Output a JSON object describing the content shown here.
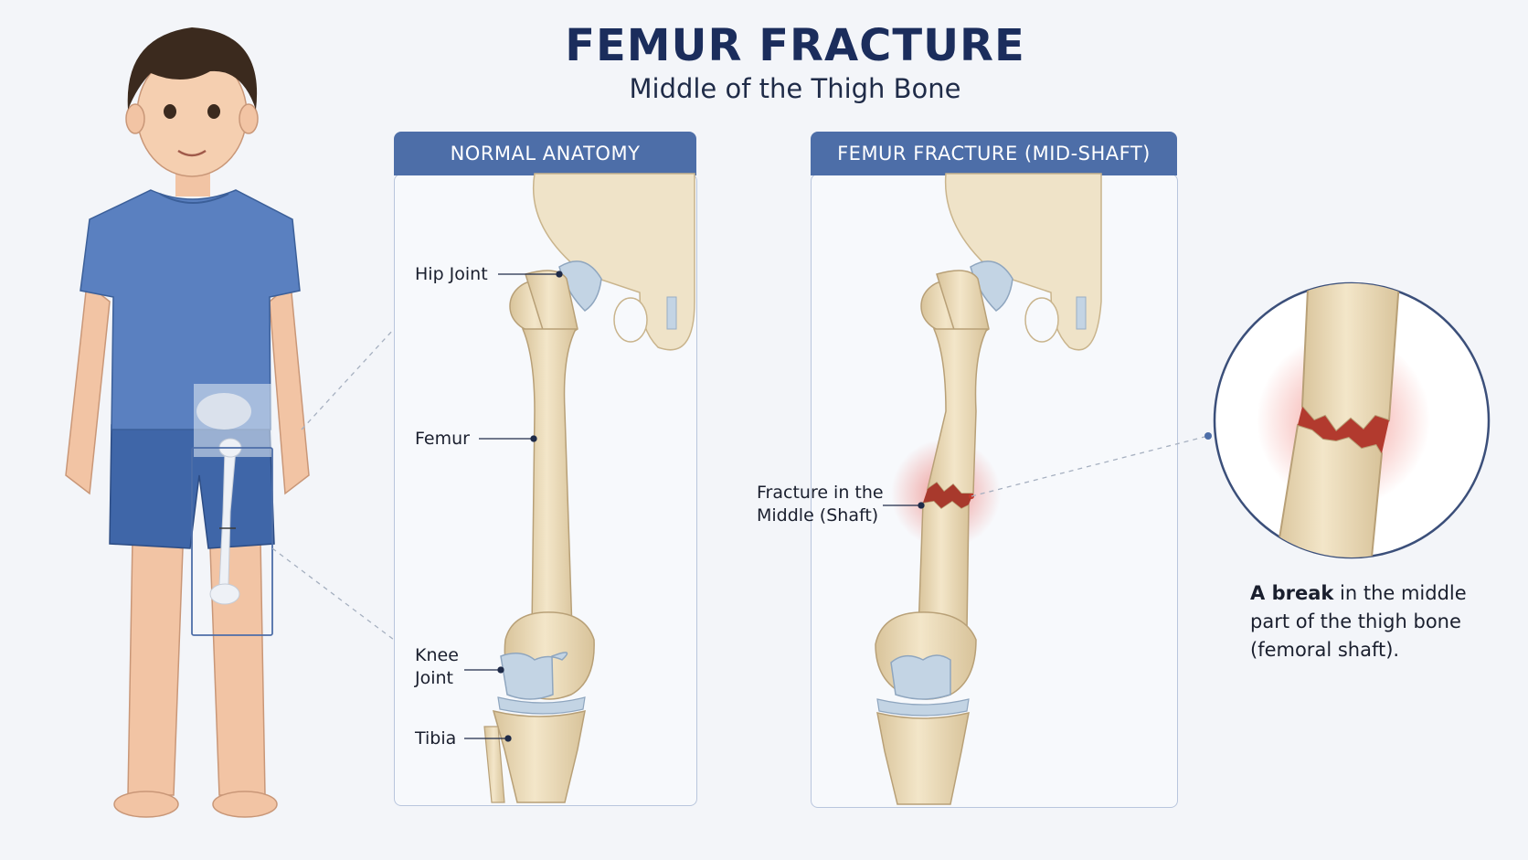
{
  "title": "FEMUR FRACTURE",
  "subtitle": "Middle of the Thigh Bone",
  "panels": {
    "normal": {
      "header": "NORMAL ANATOMY",
      "labels": {
        "hip": "Hip Joint",
        "femur": "Femur",
        "knee_line1": "Knee",
        "knee_line2": "Joint",
        "tibia": "Tibia"
      }
    },
    "fracture": {
      "header": "FEMUR FRACTURE (MID-SHAFT)",
      "labels": {
        "fracture_line1": "Fracture in the",
        "fracture_line2": "Middle (Shaft)"
      }
    }
  },
  "caption": {
    "bold_word": "A break",
    "line1_rest": " in the middle",
    "line2": "part of the thigh bone",
    "line3": "(femoral shaft)."
  },
  "colors": {
    "header_blue": "#4d6ea8",
    "title_navy": "#1b2d5c",
    "bone": "#ecdcbc",
    "cartilage": "#c3d4e4",
    "shirt_blue": "#5a80c0",
    "shorts_blue": "#3f66a8",
    "fracture_red": "#c0392b"
  }
}
